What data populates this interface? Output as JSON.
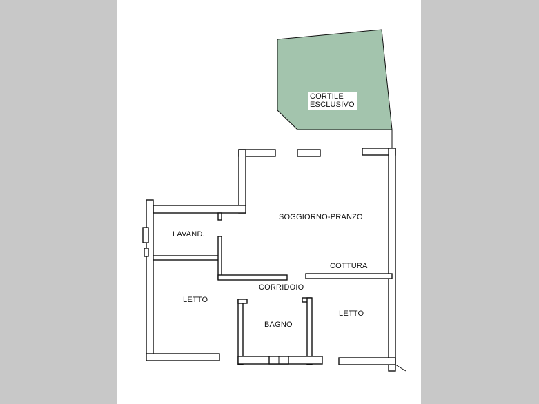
{
  "colors": {
    "page_background": "#c8c8c8",
    "sheet": "#ffffff",
    "wall_line": "#111111",
    "courtyard_fill": "#a3c4ad"
  },
  "rooms": {
    "courtyard_line1": "CORTILE",
    "courtyard_line2": "ESCLUSIVO",
    "living": "SOGGIORNO-PRANZO",
    "laundry": "LAVAND.",
    "kitchen": "COTTURA",
    "corridor": "CORRIDOIO",
    "bedroom_left": "LETTO",
    "bathroom": "BAGNO",
    "bedroom_right": "LETTO"
  }
}
